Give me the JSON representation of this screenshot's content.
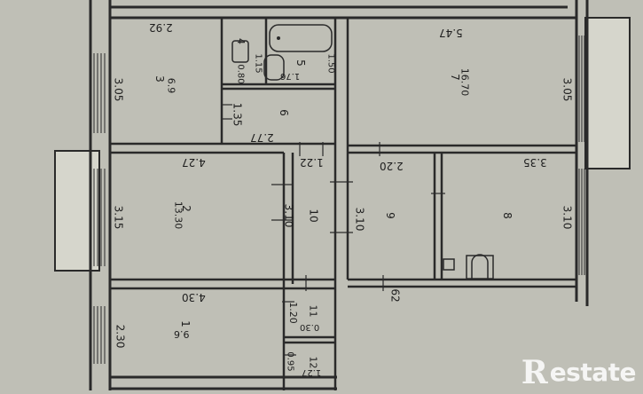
{
  "plan": {
    "rooms": {
      "r1": {
        "num": "1",
        "area": "9.6"
      },
      "r2": {
        "num": "2",
        "area": "13.30"
      },
      "r3": {
        "num": "3",
        "area": "6.9"
      },
      "r4": {
        "num": "4"
      },
      "r5": {
        "num": "5"
      },
      "r6": {
        "num": "6"
      },
      "r7": {
        "num": "7",
        "area": "16.70"
      },
      "r8": {
        "num": "8"
      },
      "r9": {
        "num": "9"
      },
      "r10": {
        "num": "10"
      },
      "r11": {
        "num": "11"
      },
      "r12": {
        "num": "12"
      }
    },
    "dims": {
      "d292": "2.92",
      "d547": "5.47",
      "d305a": "3.05",
      "d305b": "3.05",
      "d135": "1.35",
      "d277": "2.77",
      "d080": "0.80",
      "d115": "1.15",
      "d176": "1.76",
      "d150": "1.50",
      "d427": "4.27",
      "d122": "1.22",
      "d220": "2.20",
      "d335": "3.35",
      "d315": "3.15",
      "d310a": "3.10",
      "d310b": "3.10",
      "d310c": "3.10",
      "d430": "4.30",
      "d120": "1.20",
      "d230": "2.30",
      "d030": "0.30",
      "d095": "0.95",
      "d127": "1.27",
      "d062": "62"
    }
  },
  "watermark": {
    "logo_letter": "R",
    "logo_text": "estate"
  }
}
